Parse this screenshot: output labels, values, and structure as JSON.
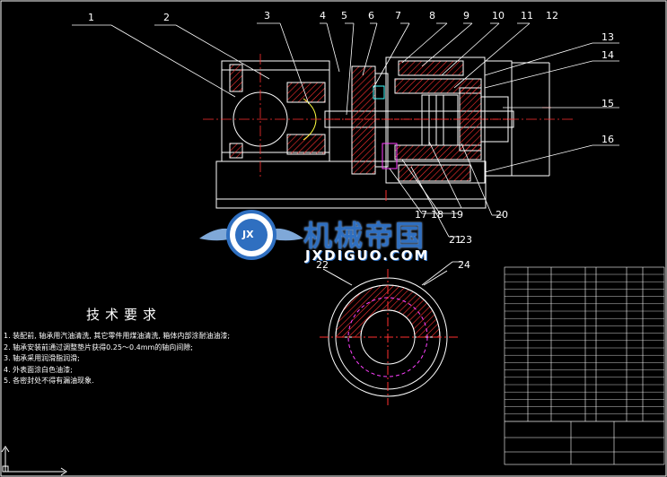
{
  "part_labels": [
    "1",
    "2",
    "3",
    "4",
    "5",
    "6",
    "7",
    "8",
    "9",
    "10",
    "11",
    "12",
    "13",
    "14",
    "15",
    "16",
    "17",
    "18",
    "19",
    "20",
    "21",
    "22",
    "23",
    "24"
  ],
  "tech_requirements": {
    "title": "技术要求",
    "items": [
      "1. 装配前, 轴承用汽油清洗, 其它零件用煤油清洗, 箱体内部涂耐油油漆;",
      "2. 轴承安装前通过调整垫片获得0.25～0.4mm的轴向间隙;",
      "3. 轴承采用润滑脂润滑;",
      "4. 外表面涂白色油漆;",
      "5. 各密封处不得有漏油现象."
    ]
  },
  "watermark": {
    "cn": "机械帝国",
    "en": "JXDIGUO.COM",
    "emblem": "JX"
  },
  "colors": {
    "background": "#000000",
    "outline": "#ffffff",
    "hatch": "#ff3030",
    "center_line": "#ff3030",
    "leader": "#ffffff",
    "accent_magenta": "#ff40ff",
    "accent_yellow": "#ffff40",
    "accent_cyan": "#40ffff",
    "watermark_blue": "#2f6fc0"
  },
  "icons": {
    "axis_marker": "ucs-axis-icon"
  }
}
